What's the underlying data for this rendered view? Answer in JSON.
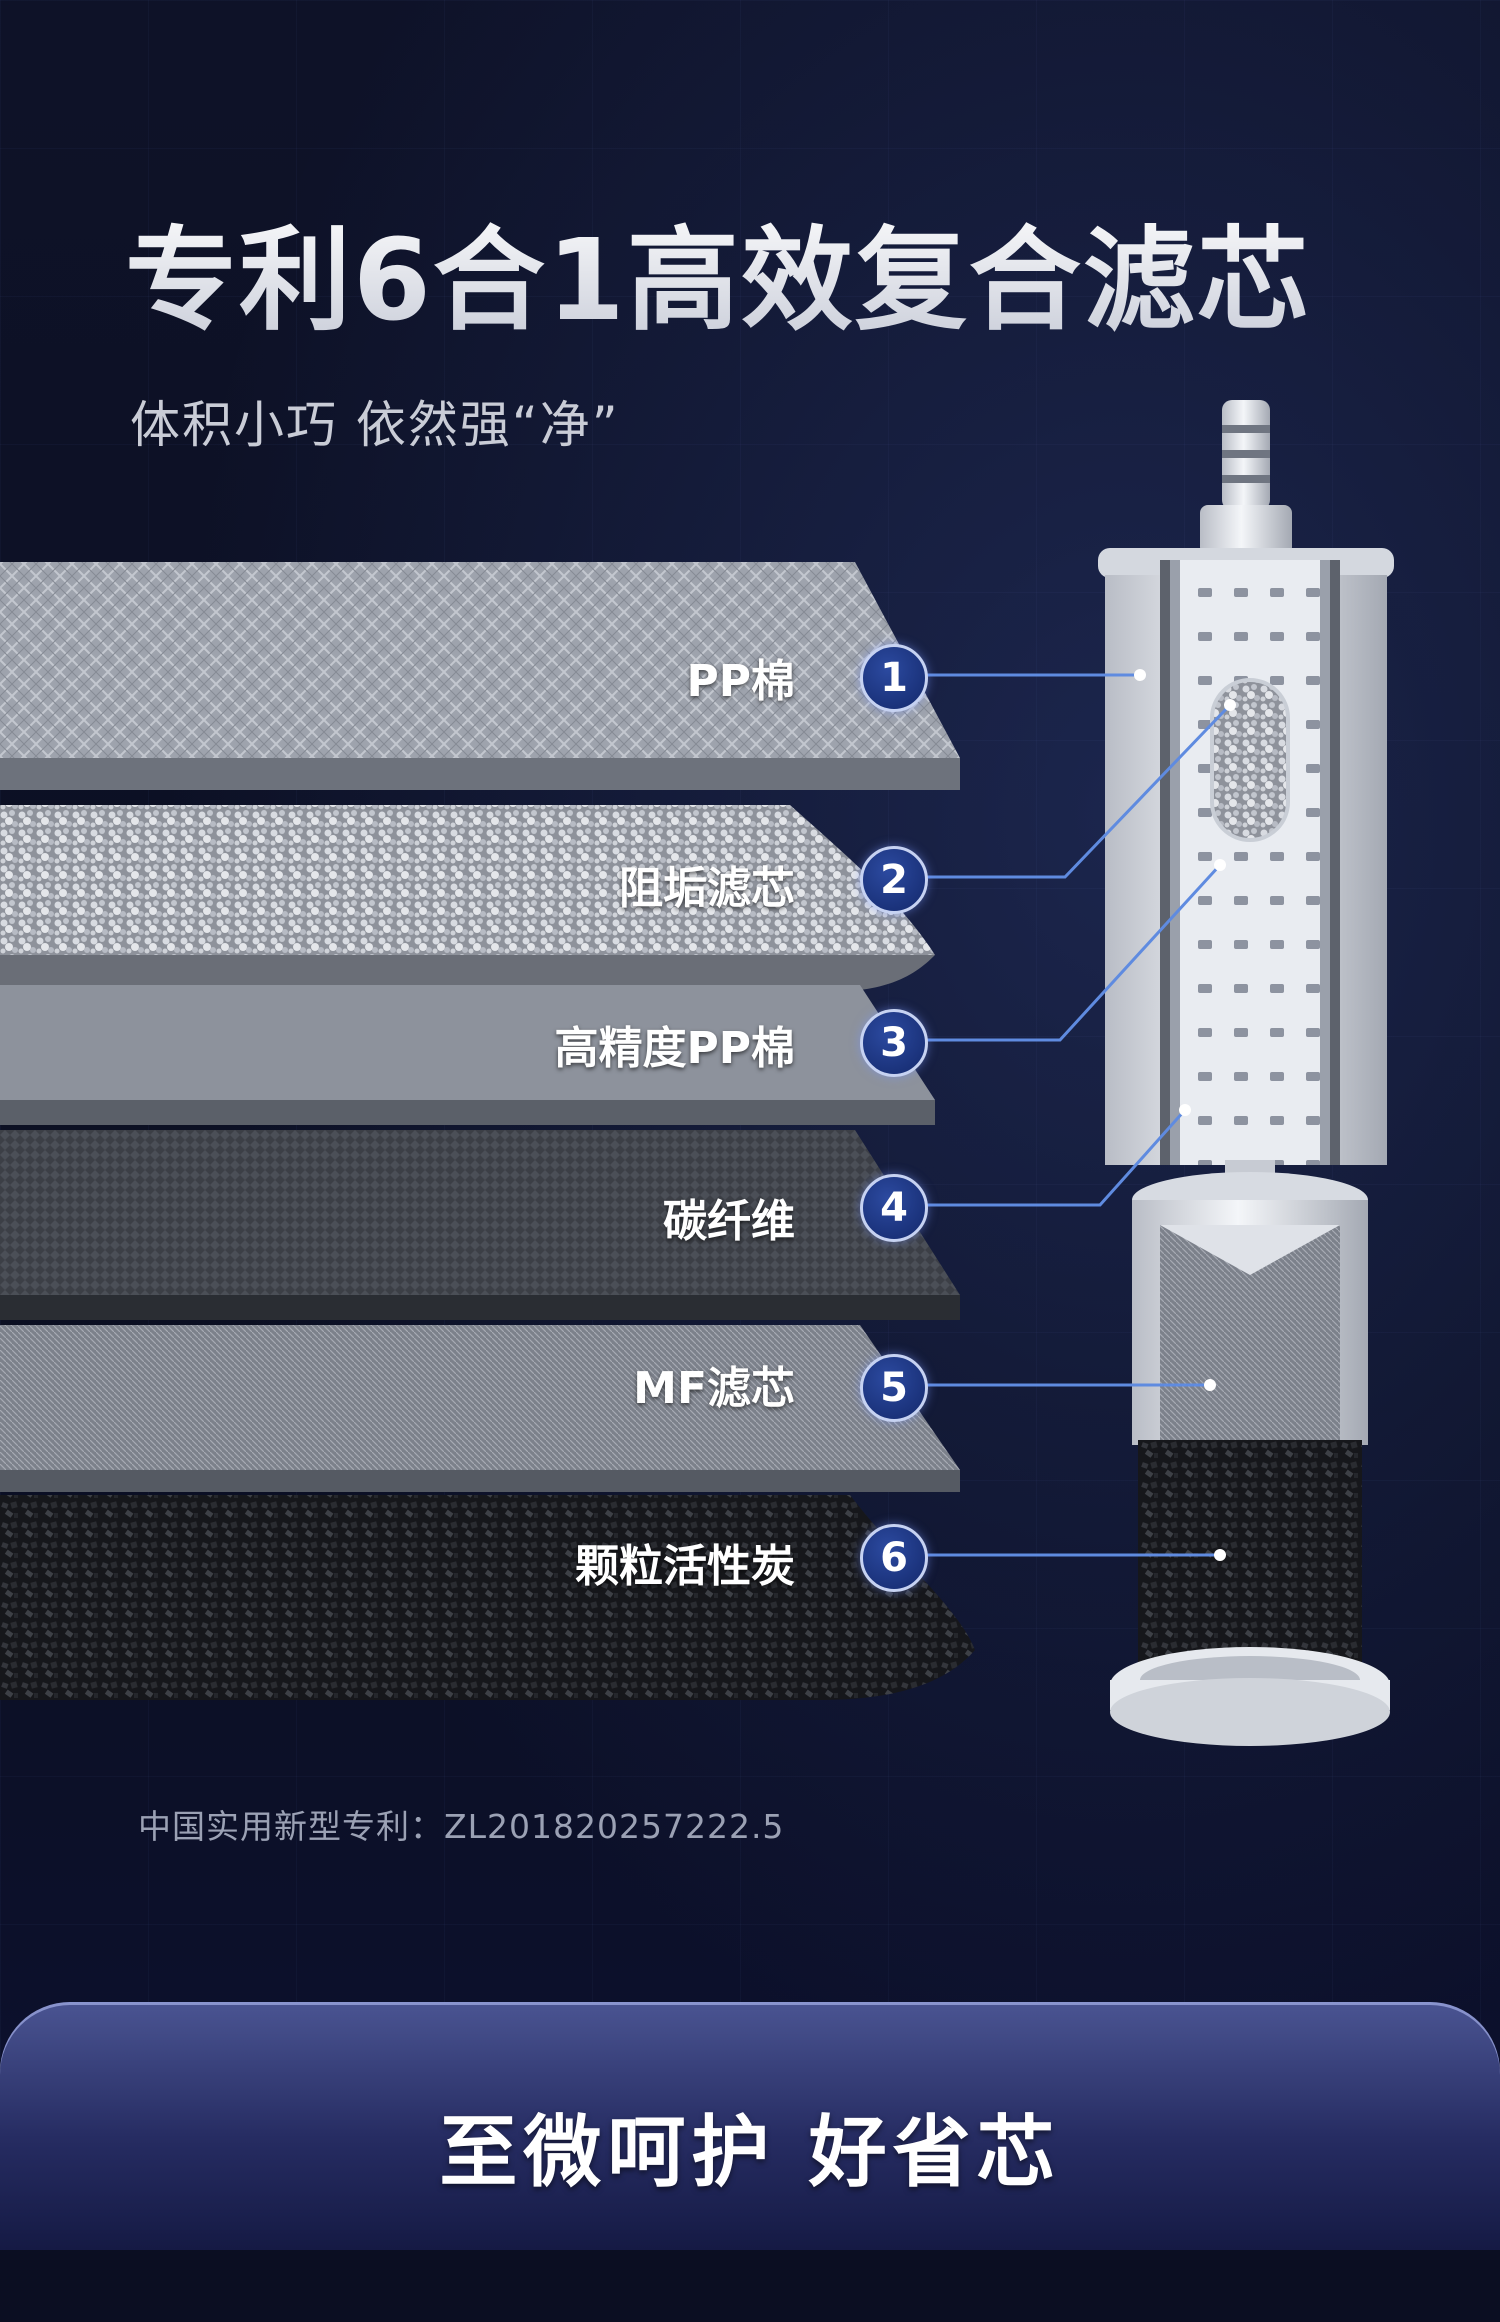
{
  "header": {
    "title": "专利6合1高效复合滤芯",
    "subtitle": "体积小巧 依然强“净”"
  },
  "layers": [
    {
      "number": "1",
      "label": "PP棉"
    },
    {
      "number": "2",
      "label": "阻垢滤芯"
    },
    {
      "number": "3",
      "label": "高精度PP棉"
    },
    {
      "number": "4",
      "label": "碳纤维"
    },
    {
      "number": "5",
      "label": "MF滤芯"
    },
    {
      "number": "6",
      "label": "颗粒活性炭"
    }
  ],
  "patent_text": "中国实用新型专利：ZL201820257222.5",
  "slogan": "至微呵护 好省芯",
  "colors": {
    "background": "#0c1024",
    "badge": "#1c3580",
    "connector_line": "#5f8be0",
    "banner": "#3a437e"
  }
}
